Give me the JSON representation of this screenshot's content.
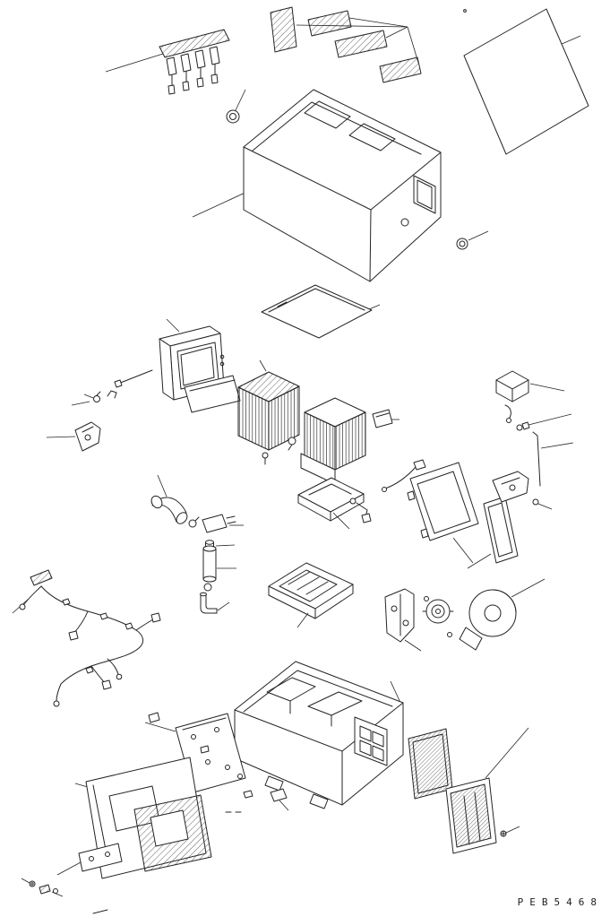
{
  "page": {
    "background": "#ffffff",
    "line_color": "#242424"
  },
  "footer": {
    "drawing_code": "PEB5468"
  },
  "diagram": {
    "type": "exploded-parts-view",
    "parts": [
      "connector-strip",
      "vent-grilles",
      "grommet",
      "main-duct-box",
      "rear-panel-sheet",
      "floor-plate",
      "control-panel-unit",
      "mounting-clips",
      "left-bracket",
      "evaporator-core",
      "heater-core",
      "side-fitting-box",
      "drain-pan",
      "sensor-cable",
      "inner-door-panel",
      "door-seal-frame",
      "right-bracket-assembly",
      "hose-elbow",
      "hose-clamp",
      "pipe-fitting",
      "receiver-drier",
      "elbow-pipe",
      "lower-tray",
      "wiring-harness",
      "blower-mount-bracket",
      "blower-motor",
      "blower-fan-housing",
      "lower-housing-box",
      "mounting-plate",
      "left-cover-panel",
      "cover-strip",
      "filter-grille-upper",
      "filter-grille-lower",
      "screw"
    ]
  }
}
